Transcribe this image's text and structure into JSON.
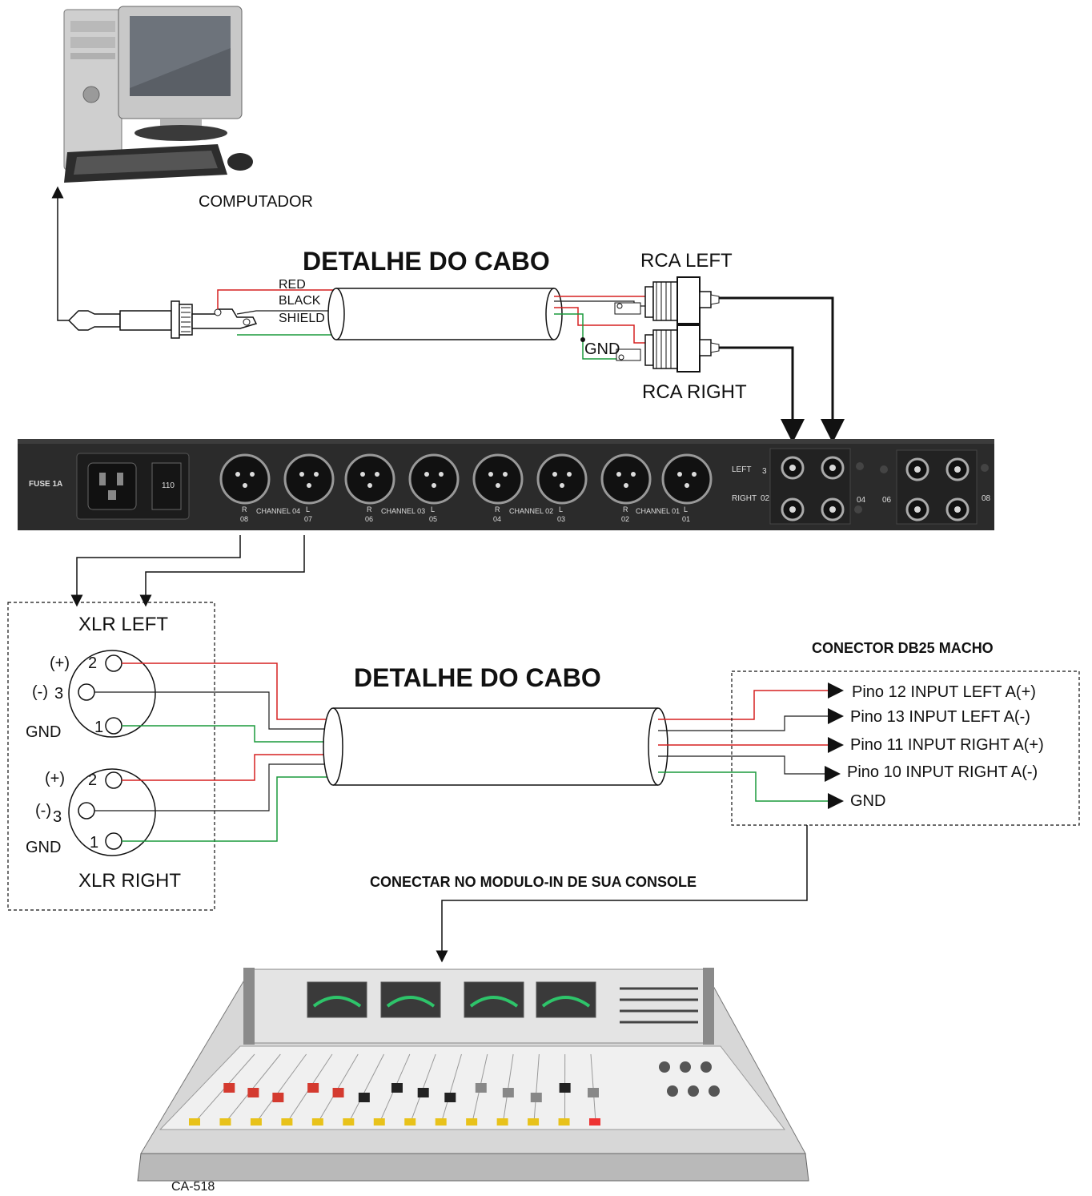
{
  "colors": {
    "red_wire": "#d62020",
    "green_wire": "#1a9a3c",
    "black_wire": "#1a1a1a",
    "panel": "#2b2b2b"
  },
  "computer": {
    "label": "COMPUTADOR"
  },
  "cable_top": {
    "title": "DETALHE DO CABO",
    "wires": {
      "red": "RED",
      "black": "BLACK",
      "shield": "SHIELD"
    },
    "rca_left": "RCA LEFT",
    "rca_right": "RCA RIGHT",
    "gnd": "GND"
  },
  "rack": {
    "fuse": "FUSE 1A",
    "voltage": "110",
    "channels": [
      {
        "name": "CHANNEL 04",
        "r": "08",
        "l": "07"
      },
      {
        "name": "CHANNEL 03",
        "r": "06",
        "l": "05"
      },
      {
        "name": "CHANNEL 02",
        "r": "04",
        "l": "03"
      },
      {
        "name": "CHANNEL 01",
        "r": "02",
        "l": "01"
      }
    ],
    "r_letter": "R",
    "l_letter": "L",
    "left": "LEFT",
    "right": "RIGHT",
    "rca_nums": {
      "n02": "02",
      "n04": "04",
      "n06": "06",
      "n08": "08",
      "n03": "3"
    }
  },
  "xlr": {
    "left_title": "XLR LEFT",
    "right_title": "XLR RIGHT",
    "plus": "(+)",
    "minus": "(-)",
    "gnd": "GND",
    "pin2": "2",
    "pin3": "3",
    "pin1": "1"
  },
  "cable_bottom": {
    "title": "DETALHE DO CABO"
  },
  "db25": {
    "title": "CONECTOR DB25 MACHO",
    "pins": [
      "Pino 12 INPUT LEFT A(+)",
      "Pino 13 INPUT LEFT A(-)",
      "Pino 11 INPUT RIGHT A(+)",
      "Pino 10 INPUT RIGHT A(-)",
      "GND"
    ]
  },
  "console": {
    "instruction": "CONECTAR NO MODULO-IN DE SUA CONSOLE",
    "model": "CA-518"
  }
}
